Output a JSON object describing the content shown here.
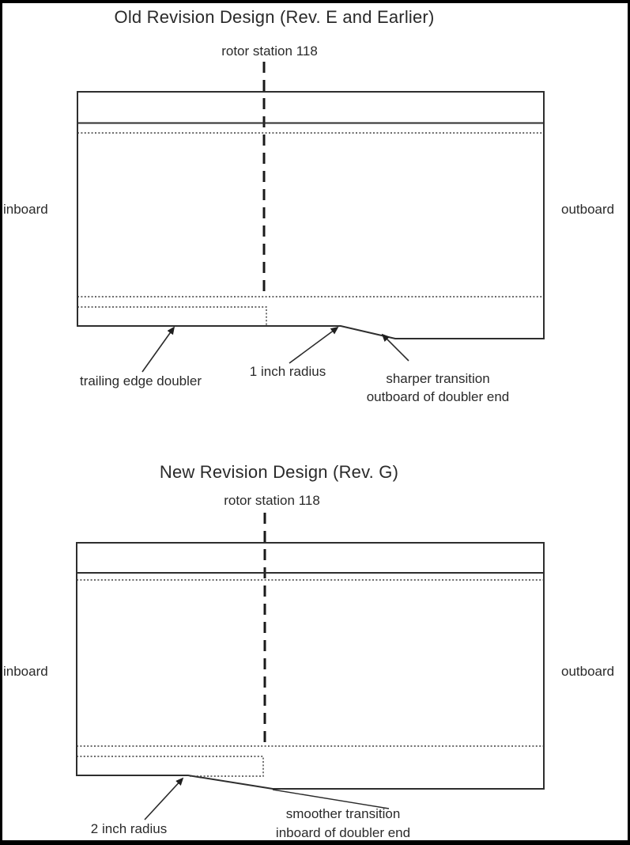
{
  "figure": {
    "background": "#ffffff",
    "border_color": "#000000",
    "line_color": "#2e2e2e",
    "text_color": "#2a2a2a"
  },
  "diagrams": [
    {
      "id": "old-revision",
      "title": "Old Revision Design (Rev. E and Earlier)",
      "station_label": "rotor station 118",
      "inboard_label": "inboard",
      "outboard_label": "outboard",
      "callouts": {
        "doubler": "trailing edge doubler",
        "radius": "1 inch radius",
        "transition_line1": "sharper transition",
        "transition_line2": "outboard of doubler end"
      }
    },
    {
      "id": "new-revision",
      "title": "New Revision Design (Rev. G)",
      "station_label": "rotor station 118",
      "inboard_label": "inboard",
      "outboard_label": "outboard",
      "callouts": {
        "radius": "2 inch radius",
        "transition_line1": "smoother transition",
        "transition_line2": "inboard of doubler end"
      }
    }
  ]
}
